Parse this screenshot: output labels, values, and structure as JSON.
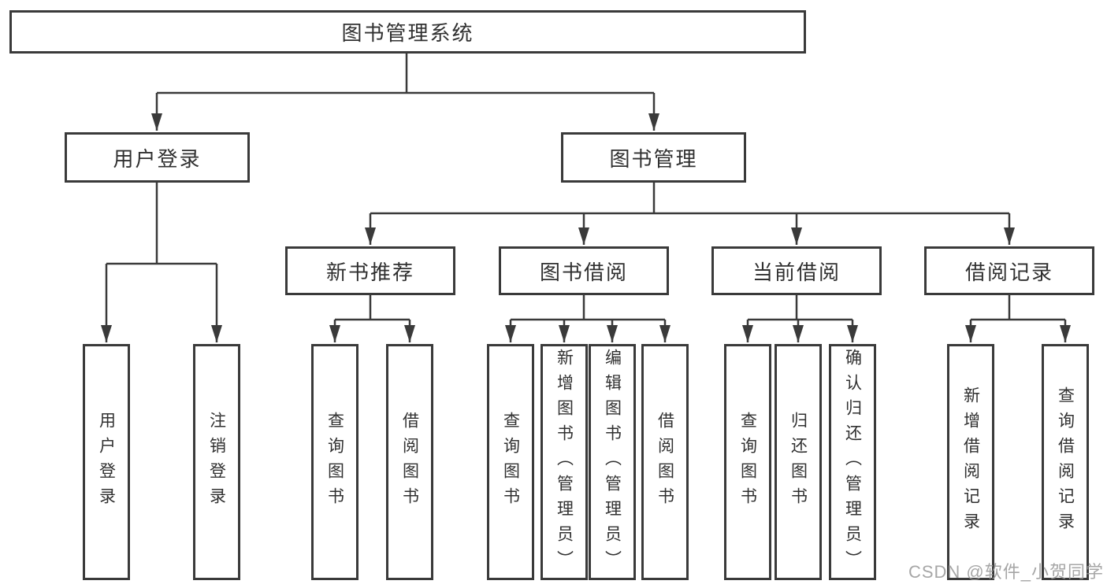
{
  "colors": {
    "line": "#3a3a3a",
    "box_border": "#3a3a3a",
    "text": "#303030",
    "watermark": "#969696",
    "background": "#ffffff"
  },
  "watermark": "CSDN @软件_小贺同学",
  "tree": {
    "root": {
      "label": "图书管理系统"
    },
    "branches": [
      {
        "label": "用户登录",
        "children": [
          {
            "label": "用户登录"
          },
          {
            "label": "注销登录"
          }
        ]
      },
      {
        "label": "图书管理",
        "children": [
          {
            "label": "新书推荐",
            "children": [
              {
                "label": "查询图书"
              },
              {
                "label": "借阅图书"
              }
            ]
          },
          {
            "label": "图书借阅",
            "children": [
              {
                "label": "查询图书"
              },
              {
                "label": "新增图书（管理员）"
              },
              {
                "label": "编辑图书（管理员）"
              },
              {
                "label": "借阅图书"
              }
            ]
          },
          {
            "label": "当前借阅",
            "children": [
              {
                "label": "查询图书"
              },
              {
                "label": "归还图书"
              },
              {
                "label": "确认归还（管理员）"
              }
            ]
          },
          {
            "label": "借阅记录",
            "children": [
              {
                "label": "新增借阅记录"
              },
              {
                "label": "查询借阅记录"
              }
            ]
          }
        ]
      }
    ]
  }
}
